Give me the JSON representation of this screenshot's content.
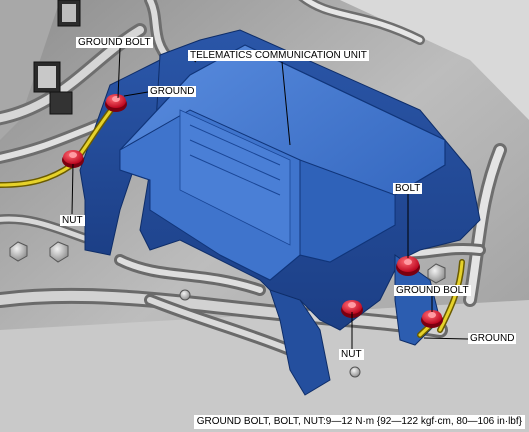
{
  "labels": {
    "telematics_unit": "TELEMATICS COMMUNICATION UNIT",
    "ground_bolt_top": "GROUND BOLT",
    "ground_top": "GROUND",
    "nut_left": "NUT",
    "bolt_right": "BOLT",
    "ground_bolt_right": "GROUND BOLT",
    "nut_bottom": "NUT",
    "ground_right": "GROUND"
  },
  "torque_spec": "GROUND BOLT, BOLT, NUT:9—12 N·m {92—122 kgf·cm, 80—106 in·lbf}",
  "colors": {
    "unit_blue": "#3a6fc4",
    "bracket_blue": "#2e5fb5",
    "fastener_red": "#d9102a",
    "wire_yellow": "#d8c020",
    "background_gray": "#cfcfcf"
  }
}
